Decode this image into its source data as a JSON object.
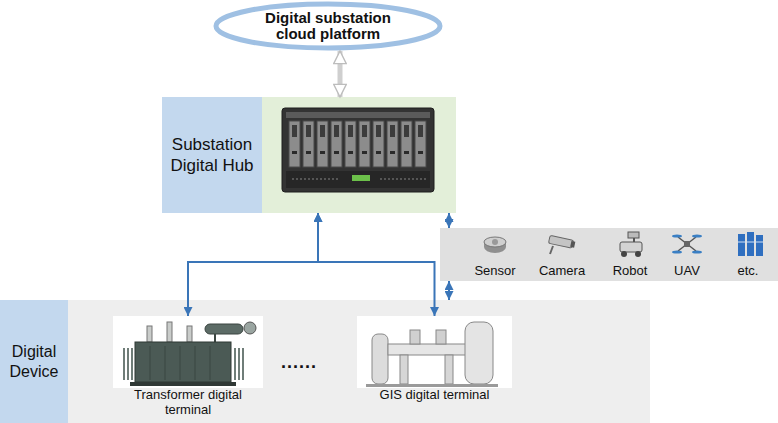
{
  "diagram": {
    "nodes": [
      {
        "text": [
          "Digital substation cloud platform"
        ]
      },
      {
        "text": [
          "Substation Digital Hub"
        ]
      },
      {
        "text": [
          "Sensor",
          "Camera",
          "Robot",
          "UAV",
          "etc."
        ]
      },
      {
        "text": [
          "Digital Device"
        ]
      },
      {
        "text": [
          "Transformer digital terminal"
        ],
        "in": 3
      },
      {
        "text": [
          "GIS digital terminal"
        ],
        "in": 3
      }
    ],
    "edges": [
      {
        "from": 0,
        "to": 1,
        "arrow": "both"
      },
      {
        "from": 1,
        "to": 4,
        "arrow": "both"
      },
      {
        "from": 1,
        "to": 5,
        "arrow": "both"
      },
      {
        "from": 1,
        "to": 2,
        "arrow": "both"
      },
      {
        "from": 2,
        "to": 3,
        "arrow": "both"
      }
    ],
    "labels": [
      "......"
    ]
  }
}
